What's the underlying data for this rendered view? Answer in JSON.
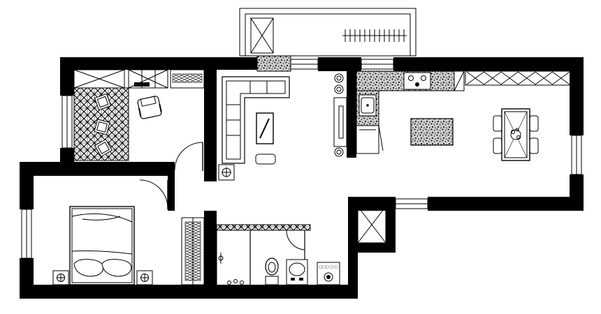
{
  "drawing": {
    "kind": "floor-plan",
    "wall_color": "#000000",
    "line_color": "#000000",
    "background": "#ffffff"
  },
  "appliance_panel": {
    "text": "□□□ □-□"
  },
  "rooms": {
    "bedroom": {
      "furniture": [
        "double-bed",
        "pillows",
        "two-nightstands-with-lamps",
        "wardrobe"
      ]
    },
    "study": {
      "furniture": [
        "patterned-rug",
        "armchairs",
        "desk-chair",
        "shelves"
      ]
    },
    "living": {
      "furniture": [
        "l-shaped-sofa",
        "coffee-table",
        "tv-cabinet",
        "plants"
      ]
    },
    "kitchen_dining": {
      "furniture": [
        "counter",
        "stove",
        "sink",
        "island",
        "dining-table",
        "four-chairs"
      ]
    },
    "bathroom": {
      "furniture": [
        "toilet",
        "washbasin",
        "washing-machine"
      ]
    },
    "balcony": {
      "furniture": [
        "storage-cabinet",
        "clothes-rack"
      ]
    }
  }
}
